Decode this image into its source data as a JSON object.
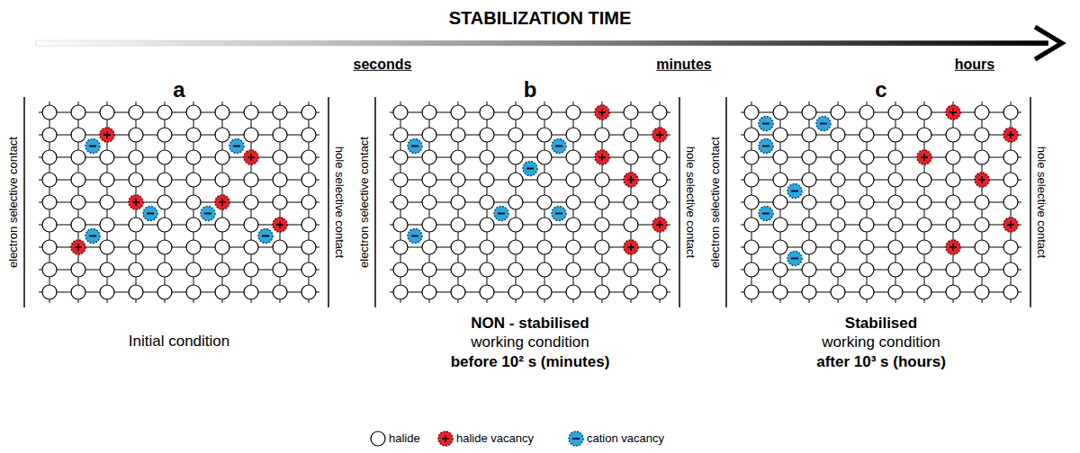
{
  "diagram": {
    "title": "STABILIZATION TIME",
    "labels": [
      "seconds",
      "minutes",
      "hours",
      "a",
      "b",
      "c",
      "electron selective contact",
      "hole selective contact",
      "electron selective contact",
      "hole selective contact",
      "electron selective contact",
      "hole selective contact",
      "Initial condition",
      "NON - stabilised",
      "working condition",
      "before 10² s (minutes)",
      "Stabilised",
      "working condition",
      "after 10³ s (hours)"
    ],
    "legend": [
      {
        "text": "halide"
      },
      {
        "text": "halide vacancy"
      },
      {
        "text": "cation vacancy"
      }
    ]
  }
}
